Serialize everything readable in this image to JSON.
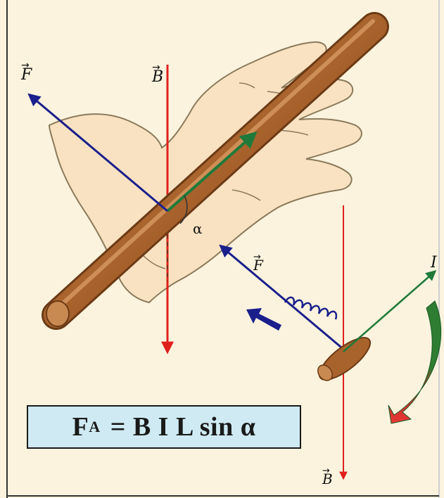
{
  "labels": {
    "force_top": "F",
    "field_top": "B",
    "angle": "α",
    "force_coil": "F",
    "current": "I",
    "field_bottom": "B"
  },
  "formula": {
    "lhs": "F",
    "subscript": "A",
    "rhs": "= B I L sin α"
  },
  "colors": {
    "background": "#fbf3de",
    "field_arrow": "#e0201c",
    "force_arrow": "#1a1f8c",
    "current_arrow": "#1f7a3a",
    "rod": "#a8622c",
    "formula_box": "#cfeaf2"
  }
}
